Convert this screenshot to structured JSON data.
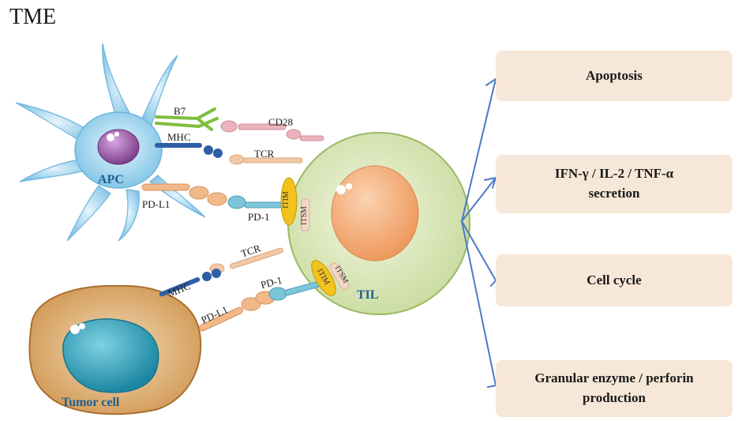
{
  "title": "TME",
  "cells": {
    "apc": "APC",
    "til": "TIL",
    "tumor": "Tumor cell"
  },
  "molecules": {
    "b7": "B7",
    "cd28": "CD28",
    "mhc_apc": "MHC",
    "tcr_apc": "TCR",
    "pdl1_apc": "PD-L1",
    "pd1_apc": "PD-1",
    "itim_1": "ITIM",
    "itsm_1": "ITSM",
    "tcr_tumor": "TCR",
    "mhc_tumor": "MHC",
    "pd1_tumor": "PD-1",
    "pdl1_tumor": "PD-L1",
    "itim_2": "ITIM",
    "itsm_2": "ITSM"
  },
  "outcomes": [
    {
      "line1": "Apoptosis",
      "line2": ""
    },
    {
      "line1": "IFN-γ /  IL-2 / TNF-α",
      "line2": "secretion"
    },
    {
      "line1": "Cell cycle",
      "line2": ""
    },
    {
      "line1": "Granular  enzyme / perforin",
      "line2": "production"
    }
  ],
  "colors": {
    "apc_body": "#8cc8e8",
    "apc_nucleus": "#9c5aa6",
    "til_body": "#e4ecc4",
    "til_nucleus": "#f3b07f",
    "tumor_body": "#d9a766",
    "tumor_nucleus": "#2f9bb5",
    "box_fill": "#f7e7d8",
    "arrow": "#4a7cc4",
    "label_blue": "#1f5f8f"
  }
}
